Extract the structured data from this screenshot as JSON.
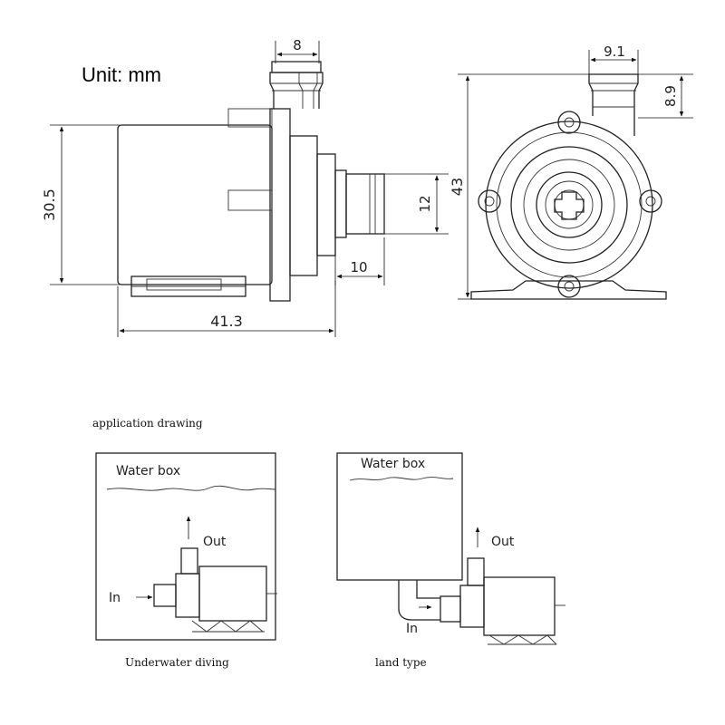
{
  "unit_label": "Unit: mm",
  "dimensions": {
    "inlet_width": "8",
    "outlet_width": "9.1",
    "outlet_height": "8.9",
    "body_height": "30.5",
    "inlet_diameter": "12",
    "inlet_length": "10",
    "overall_length": "41.3",
    "overall_height": "43"
  },
  "application": {
    "heading": "application drawing",
    "underwater": {
      "water_label": "Water box",
      "out_label": "Out",
      "in_label": "In",
      "caption": "Underwater diving"
    },
    "land": {
      "water_label": "Water box",
      "out_label": "Out",
      "in_label": "In",
      "caption": "land type"
    }
  }
}
